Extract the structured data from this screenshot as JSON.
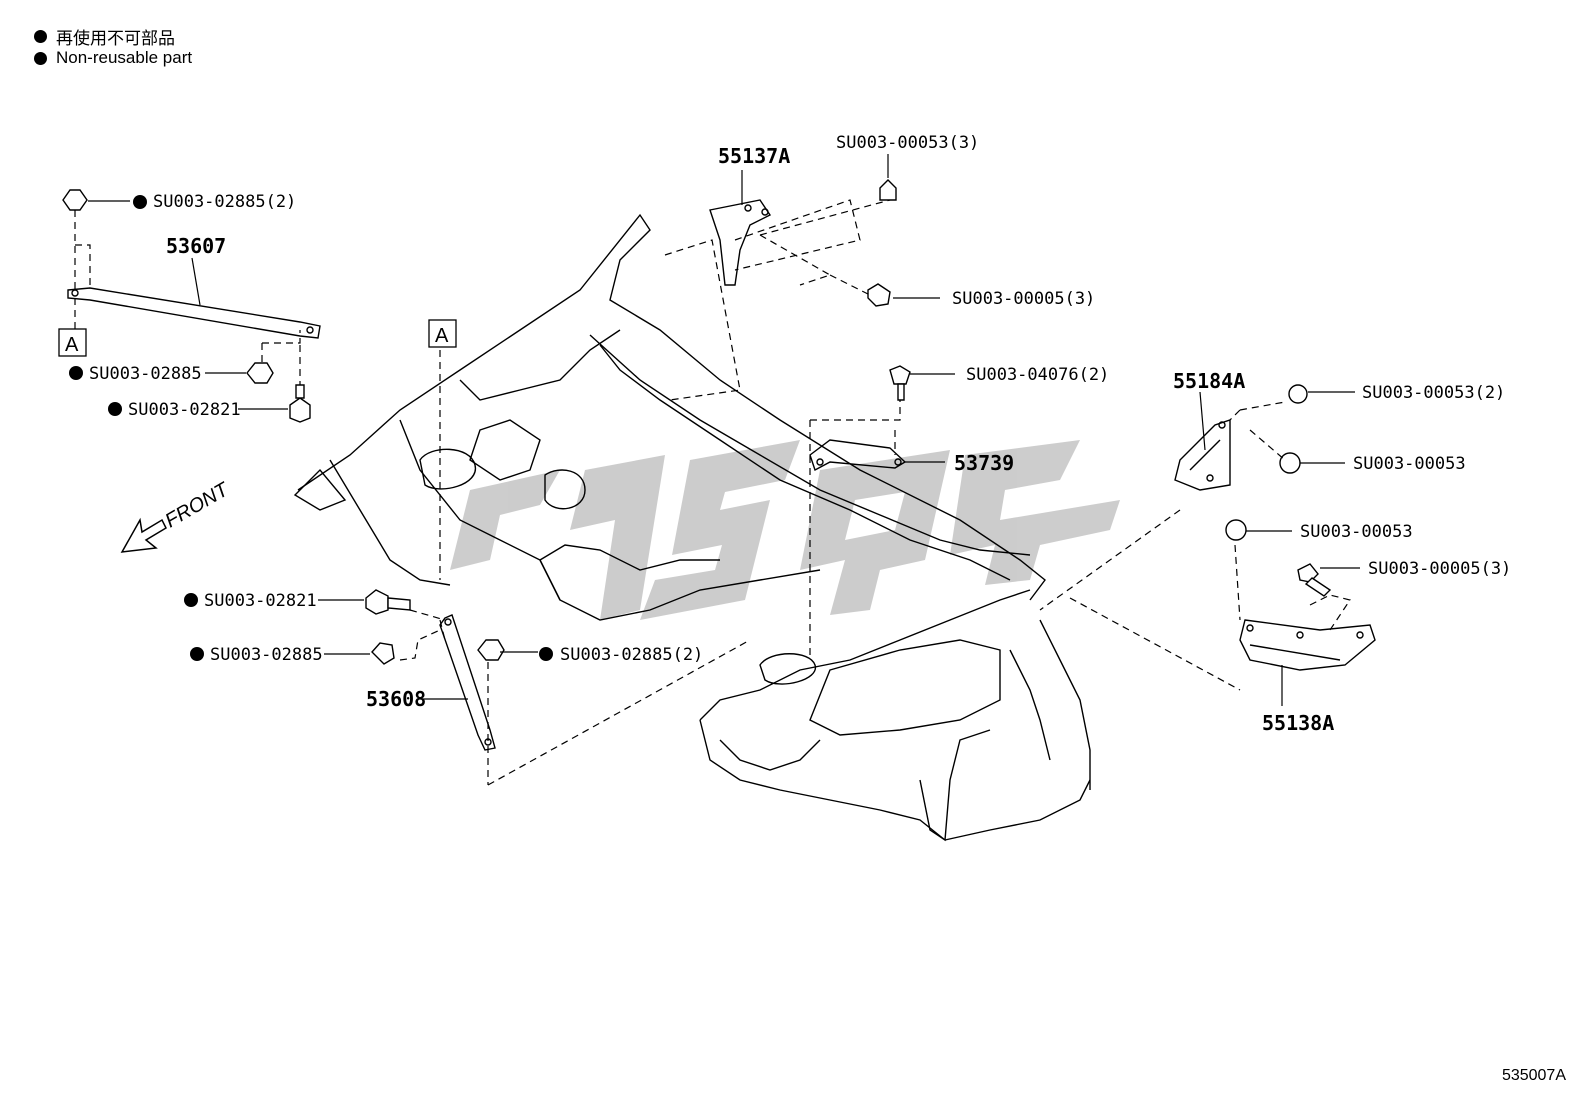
{
  "legend": {
    "item1": "再使用不可部品",
    "item2": "Non-reusable part"
  },
  "callout_box": "A",
  "direction_label": "FRONT",
  "diagram_code": "535007A",
  "parts": {
    "p53607": "53607",
    "p53608": "53608",
    "p55137A": "55137A",
    "p55138A": "55138A",
    "p55184A": "55184A",
    "p53739": "53739"
  },
  "fasteners": {
    "f1": "SU003-02885(2)",
    "f2": "SU003-02885",
    "f3": "SU003-02821",
    "f4": "SU003-00053(3)",
    "f5": "SU003-00005(3)",
    "f6": "SU003-04076(2)",
    "f7": "SU003-00053(2)",
    "f8": "SU003-00053",
    "f9": "SU003-00053",
    "f10": "SU003-00005(3)",
    "f11": "SU003-02821",
    "f12": "SU003-02885",
    "f13": "SU003-02885(2)"
  },
  "colors": {
    "line": "#000000",
    "watermark": "#bdbdbd"
  }
}
